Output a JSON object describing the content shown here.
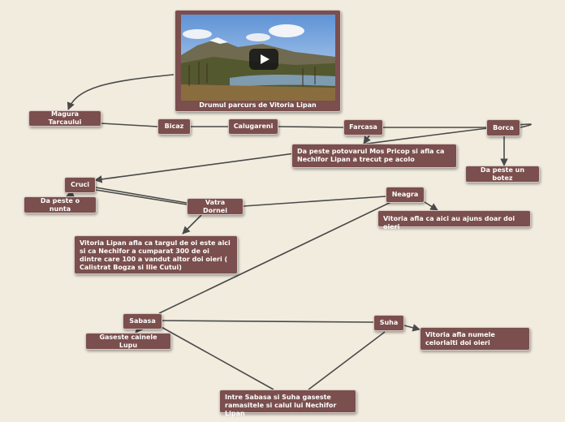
{
  "video": {
    "caption": "Drumul parcurs de Vitoria Lipan",
    "control": "play-button"
  },
  "nodes": {
    "magura": "Magura Tarcaului",
    "bicaz": "Bicaz",
    "calugareni": "Calugareni",
    "farcasa": "Farcasa",
    "borca": "Borca",
    "potovarul": "Da peste potovarul Mos Pricop si afla ca Nechifor Lipan a trecut pe acolo",
    "botez": "Da peste un botez",
    "cruci": "Cruci",
    "nunta": "Da peste o nunta",
    "vatra": "Vatra Dornei",
    "neagra": "Neagra",
    "neagra_note": "Vitoria afla ca aici au ajuns doar doi oieri",
    "vatra_note": "Vitoria Lipan afla ca targul de oi este aici si ca Nechifor a cumparat 300 de oi dintre care 100 a vandut altor doi oieri ( Calistrat Bogza si Ilie Cutui)",
    "sabasa": "Sabasa",
    "lupu": "Gaseste cainele Lupu",
    "suha": "Suha",
    "suha_note": "Vitoria afla numele celorlalti doi oieri",
    "ramasite": "Intre Sabasa si Suha gaseste ramasitele si calul lui Nechifor Lipan"
  },
  "colors": {
    "background": "#f1ecde",
    "node_fill": "#7a4f4d",
    "node_border": "#d9c9c5",
    "connector": "#4a4a4a"
  }
}
